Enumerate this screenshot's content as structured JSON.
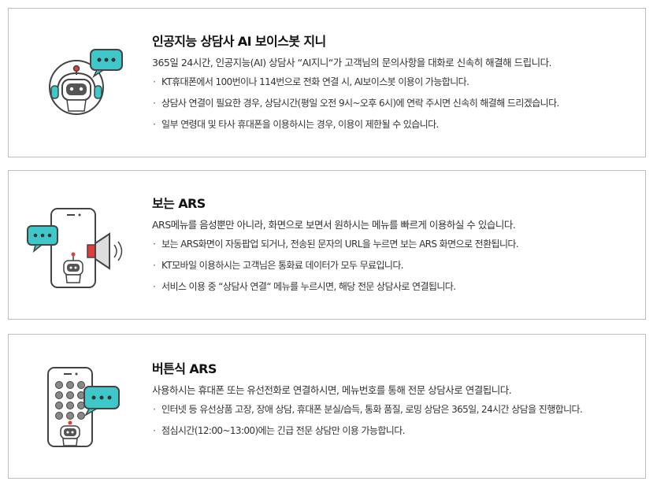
{
  "sections": [
    {
      "title": "인공지능 상담사 AI 보이스봇 지니",
      "description": "365일 24시간, 인공지능(AI) 상담사 “AI지니“가 고객님의 문의사항을 대화로 신속히 해결해 드립니다.",
      "bullets": [
        "KT휴대폰에서 100번이나 114번으로 전화 연결 시, AI보이스봇 이용이 가능합니다.",
        "상담사 연결이 필요한 경우, 상담시간(평일 오전 9시~오후 6시)에 연락 주시면 신속히 해결해 드리겠습니다.",
        "일부 연령대 및 타사 휴대폰을 이용하시는 경우, 이용이 제한될 수 있습니다."
      ],
      "icon": "robot-headset-chat-icon"
    },
    {
      "title": "보는 ARS",
      "description": "ARS메뉴를 음성뿐만 아니라, 화면으로 보면서 원하시는 메뉴를 빠르게 이용하실 수 있습니다.",
      "bullets": [
        "보는 ARS화면이 자동팝업 되거나, 전송된 문자의 URL을 누르면 보는 ARS 화면으로 전환됩니다.",
        "KT모바일 이용하시는 고객님은 통화료 데이터가 모두 무료입니다.",
        "서비스 이용 중 “상담사 연결“ 메뉴를 누르시면, 해당 전문 상담사로 연결됩니다."
      ],
      "icon": "phone-speaker-robot-icon"
    },
    {
      "title": "버튼식 ARS",
      "description": "사용하시는 휴대폰 또는 유선전화로 연결하시면, 메뉴번호를 통해 전문 상담사로 연결됩니다.",
      "bullets": [
        "인터넷 등 유선상품 고장, 장애 상담, 휴대폰 분실/습득, 통화 품질, 로밍 상담은 365일, 24시간 상담을 진행합니다.",
        "점심시간(12:00~13:00)에는 긴급 전문 상담만 이용 가능합니다."
      ],
      "icon": "phone-keypad-robot-icon"
    }
  ],
  "colors": {
    "chat_bubble": "#3fc7c9",
    "accent_red": "#e23b3b",
    "line": "#444444"
  }
}
